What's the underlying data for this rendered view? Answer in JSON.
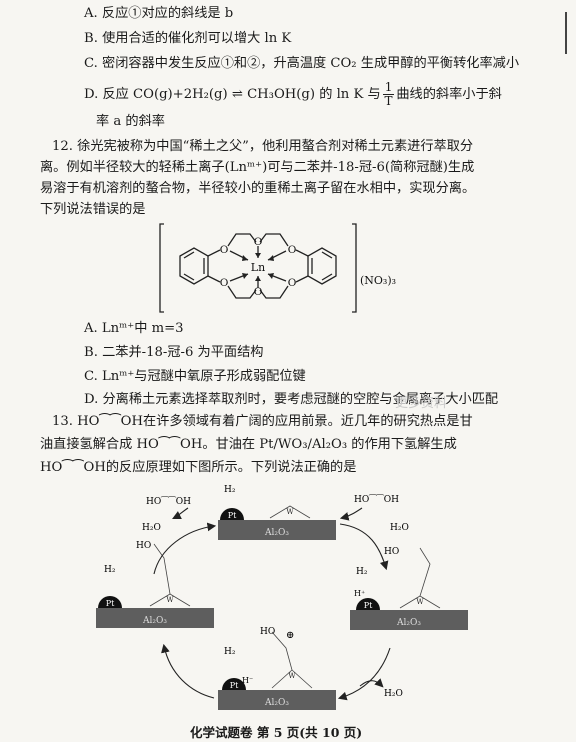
{
  "q11": {
    "optA": "A. 反应①对应的斜线是 b",
    "optB": "B. 使用合适的催化剂可以增大 ln K",
    "optC": "C. 密闭容器中发生反应①和②，升高温度 CO₂ 生成甲醇的平衡转化率减小",
    "optD_pre": "D. 反应 CO(g)+2H₂(g) ⇌ CH₃OH(g) 的 ln K 与",
    "optD_frac_num": "1",
    "optD_frac_den": "T",
    "optD_post": "曲线的斜率小于斜",
    "optD_line2": "率 a 的斜率"
  },
  "q12": {
    "stem1": "12. 徐光宪被称为中国“稀土之父”，他利用螯合剂对稀土元素进行萃取分",
    "stem2": "离。例如半径较大的轻稀土离子(Lnᵐ⁺)可与二苯并-18-冠-6(简称冠醚)生成",
    "stem3": "易溶于有机溶剂的螯合物，半径较小的重稀土离子留在水相中，实现分离。",
    "stem4": "下列说法错误的是",
    "structure_center": "Ln",
    "structure_counter_ion": "(NO₃)₃",
    "structure_o": "O",
    "optA": "A. Lnᵐ⁺中 m=3",
    "optB": "B. 二苯并-18-冠-6 为平面结构",
    "optC": "C. Lnᵐ⁺与冠醚中氧原子形成弱配位键",
    "optD": "D. 分离稀土元素选择萃取剂时，要考虑冠醚的空腔与金属离子大小匹配"
  },
  "watermark": "更多资料",
  "q13": {
    "stem1": "13. HO⁀⁀OH在许多领域有着广阔的应用前景。近几年的研究热点是甘",
    "stem2": "油直接氢解合成 HO⁀⁀OH。甘油在 Pt/WO₃/Al₂O₃ 的作用下氢解生成",
    "stem3": "HO⁀⁀OH的反应原理如下图所示。下列说法正确的是",
    "diagram": {
      "pt": "Pt",
      "al2o3": "Al₂O₃",
      "h2": "H₂",
      "h2o": "H₂O",
      "ho_oh": "HO⁀⁀OH",
      "ho": "HO",
      "oh": "OH",
      "w": "W",
      "h_minus": "H⁻",
      "h_plus": "H⁺",
      "plus": "⊕"
    }
  },
  "footer": "化学试题卷   第 5 页(共 10 页)"
}
